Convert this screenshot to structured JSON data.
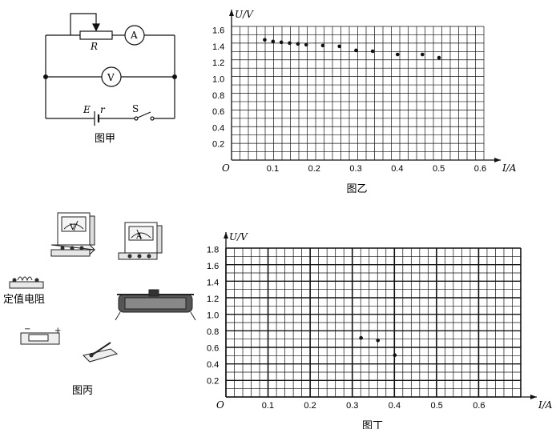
{
  "circuit": {
    "caption": "图甲",
    "R": "R",
    "A": "A",
    "V": "V",
    "E": "E",
    "r": "r",
    "S": "S"
  },
  "apparatus": {
    "caption": "图丙",
    "resistor_label": "定值电阻",
    "voltmeter": "V",
    "ammeter": "A",
    "minus": "−",
    "plus": "+"
  },
  "chart_data": [
    {
      "type": "scatter",
      "caption": "图乙",
      "xlabel": "I/A",
      "ylabel": "U/V",
      "origin": "O",
      "xticks": [
        "0.1",
        "0.2",
        "0.3",
        "0.4",
        "0.5",
        "0.6"
      ],
      "yticks": [
        "0.2",
        "0.4",
        "0.6",
        "0.8",
        "1.0",
        "1.2",
        "1.4",
        "1.6"
      ],
      "xlim": [
        0,
        0.62
      ],
      "ylim": [
        0,
        1.65
      ],
      "grid": true,
      "points": [
        {
          "x": 0.08,
          "y": 1.48
        },
        {
          "x": 0.1,
          "y": 1.46
        },
        {
          "x": 0.12,
          "y": 1.45
        },
        {
          "x": 0.14,
          "y": 1.44
        },
        {
          "x": 0.16,
          "y": 1.43
        },
        {
          "x": 0.18,
          "y": 1.42
        },
        {
          "x": 0.22,
          "y": 1.41
        },
        {
          "x": 0.26,
          "y": 1.4
        },
        {
          "x": 0.3,
          "y": 1.35
        },
        {
          "x": 0.34,
          "y": 1.34
        },
        {
          "x": 0.4,
          "y": 1.3
        },
        {
          "x": 0.46,
          "y": 1.3
        },
        {
          "x": 0.5,
          "y": 1.26
        }
      ]
    },
    {
      "type": "scatter",
      "caption": "图丁",
      "xlabel": "I/A",
      "ylabel": "U/V",
      "origin": "O",
      "xticks": [
        "0.1",
        "0.2",
        "0.3",
        "0.4",
        "0.5",
        "0.6"
      ],
      "yticks": [
        "0.2",
        "0.4",
        "0.6",
        "0.8",
        "1.0",
        "1.2",
        "1.4",
        "1.6",
        "1.8"
      ],
      "xlim": [
        0,
        0.7
      ],
      "ylim": [
        0,
        1.8
      ],
      "grid": true,
      "points": [
        {
          "x": 0.32,
          "y": 0.72
        },
        {
          "x": 0.36,
          "y": 0.69
        },
        {
          "x": 0.4,
          "y": 0.51
        }
      ]
    }
  ]
}
